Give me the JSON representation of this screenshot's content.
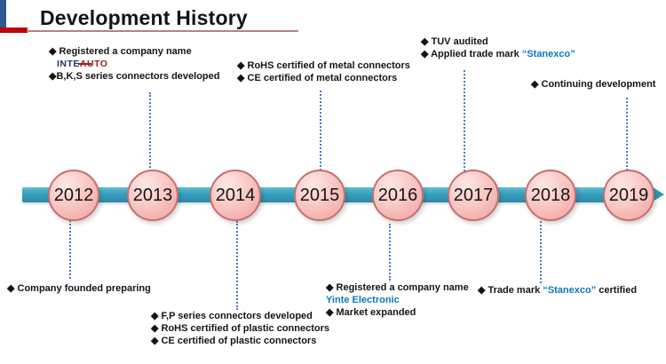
{
  "title": "Development History",
  "colors": {
    "accent_teal": "#2f96b2",
    "circle_pink": "#f5a9a6",
    "brand_blue": "#0d78be",
    "logo_navy": "#1f3864",
    "logo_red": "#9c1c1c",
    "connector_blue": "#4a7bc0",
    "header_bar_blue": "#2d5b8e",
    "header_bar_red": "#c00000",
    "title_underline": "#b08484"
  },
  "timeline": {
    "years": [
      "2012",
      "2013",
      "2014",
      "2015",
      "2016",
      "2017",
      "2018",
      "2019"
    ]
  },
  "annotations": {
    "a2013_top": {
      "line1": "◆ Registered a company name",
      "logo_part1": "INTE",
      "logo_part2": "AUTO",
      "line3": "◆B,K,S series connectors developed"
    },
    "a2015_top": {
      "line1": "◆ RoHS certified of metal connectors",
      "line2": "◆ CE certified of metal connectors"
    },
    "a2017_top": {
      "line1": "◆ TUV audited",
      "line2_prefix": "◆  Applied trade mark ",
      "line2_brand": "“Stanexco”"
    },
    "a2019_top": {
      "line1": "◆  Continuing development"
    },
    "a2012_bottom": {
      "line1": "◆  Company founded preparing"
    },
    "a2014_bottom": {
      "line1": "◆ F,P series connectors developed",
      "line2": "◆ RoHS certified of plastic connectors",
      "line3": "◆ CE certified of plastic connectors"
    },
    "a2016_bottom": {
      "line1": "◆  Registered a company name",
      "line2": "Yinte Electronic",
      "line3": "◆ Market expanded"
    },
    "a2018_bottom": {
      "prefix": "◆ Trade mark ",
      "brand": "“Stanexco”",
      "suffix": " certified"
    }
  }
}
